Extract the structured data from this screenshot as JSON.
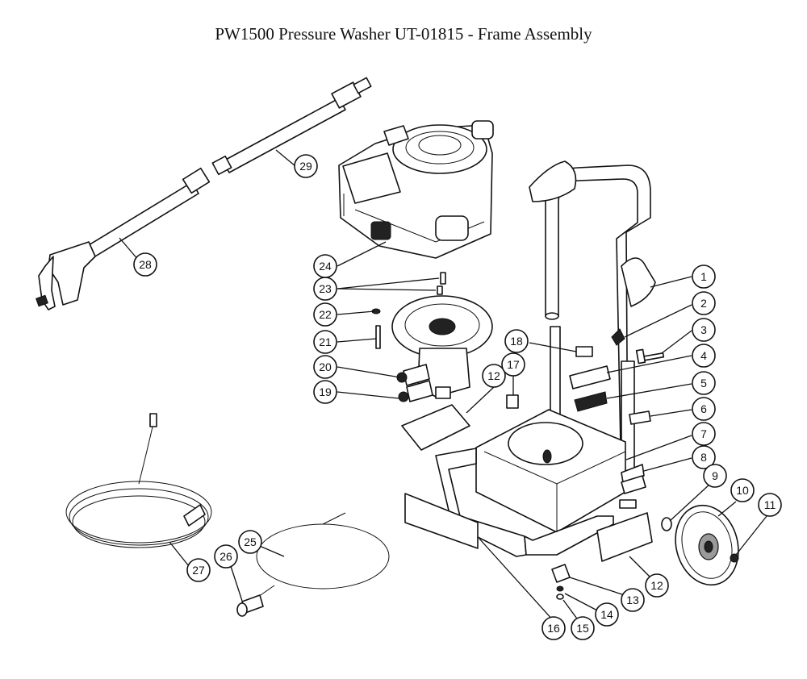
{
  "title": "PW1500 Pressure Washer UT-01815 - Frame Assembly",
  "callouts": [
    {
      "label": "1"
    },
    {
      "label": "2"
    },
    {
      "label": "3"
    },
    {
      "label": "4"
    },
    {
      "label": "5"
    },
    {
      "label": "6"
    },
    {
      "label": "7"
    },
    {
      "label": "8"
    },
    {
      "label": "9"
    },
    {
      "label": "10"
    },
    {
      "label": "11"
    },
    {
      "label": "12"
    },
    {
      "label": "12"
    },
    {
      "label": "13"
    },
    {
      "label": "14"
    },
    {
      "label": "15"
    },
    {
      "label": "16"
    },
    {
      "label": "17"
    },
    {
      "label": "18"
    },
    {
      "label": "19"
    },
    {
      "label": "20"
    },
    {
      "label": "21"
    },
    {
      "label": "22"
    },
    {
      "label": "23"
    },
    {
      "label": "24"
    },
    {
      "label": "25"
    },
    {
      "label": "26"
    },
    {
      "label": "27"
    },
    {
      "label": "28"
    },
    {
      "label": "29"
    }
  ]
}
